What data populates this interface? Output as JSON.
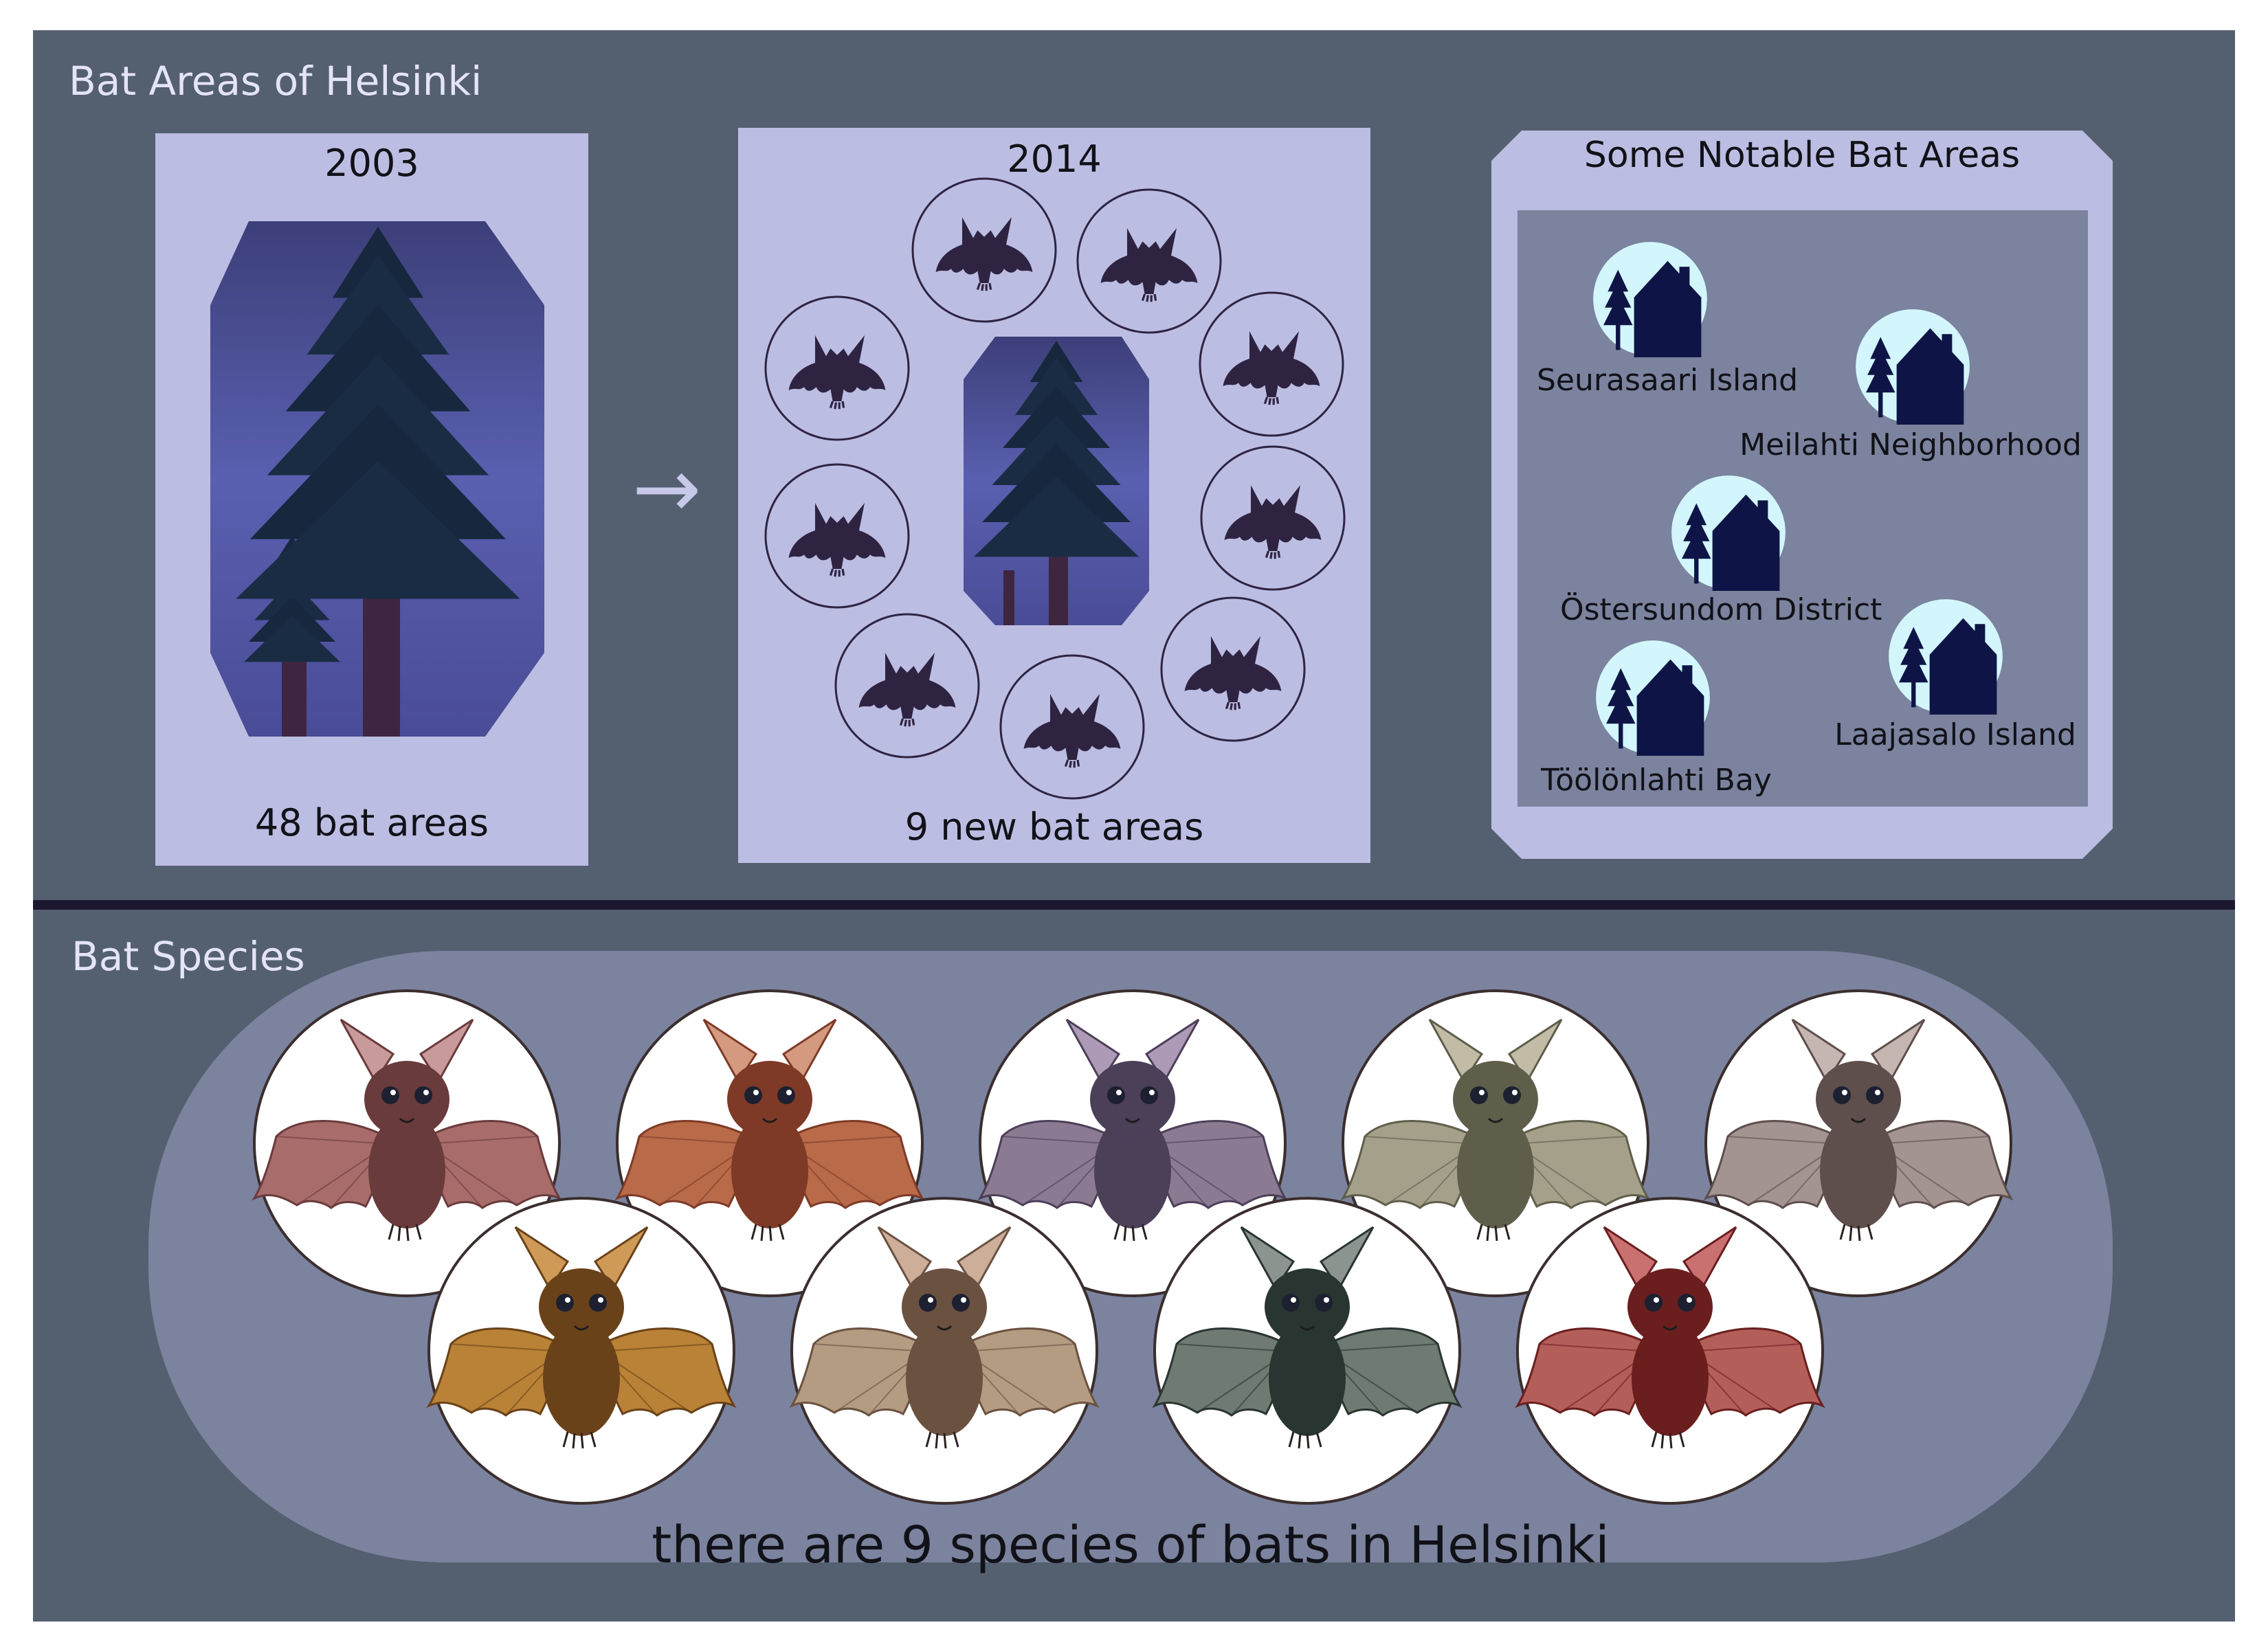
{
  "sections": {
    "areas_title": "Bat Areas of Helsinki",
    "species_title": "Bat Species"
  },
  "panel_2003": {
    "year": "2003",
    "caption": "48 bat areas"
  },
  "panel_2014": {
    "year": "2014",
    "caption": "9 new bat areas"
  },
  "arrow_glyph": "→",
  "notable": {
    "title": "Some Notable Bat Areas",
    "places": [
      "Seurasaari Island",
      "Meilahti Neighborhood",
      "Östersundom District",
      "Laajasalo Island",
      "Töölönlahti Bay"
    ]
  },
  "species": {
    "caption": "there are 9 species of bats in Helsinki",
    "bat_colors": [
      {
        "body": "#6a3b3c",
        "wing": "#a86c6a",
        "ear": "#c99a9c"
      },
      {
        "body": "#7e3a26",
        "wing": "#b86a49",
        "ear": "#d49a80"
      },
      {
        "body": "#4c3f58",
        "wing": "#8b7b92",
        "ear": "#ad9ab6"
      },
      {
        "body": "#5f5e4b",
        "wing": "#a4a08a",
        "ear": "#c2bba6"
      },
      {
        "body": "#5e4e4c",
        "wing": "#a39391",
        "ear": "#c6b6b2"
      },
      {
        "body": "#6a4219",
        "wing": "#b98236",
        "ear": "#cf9a58"
      },
      {
        "body": "#6b5140",
        "wing": "#b39c82",
        "ear": "#cdae98"
      },
      {
        "body": "#293530",
        "wing": "#6e7a72",
        "ear": "#8c9490"
      },
      {
        "body": "#6b1e1e",
        "wing": "#b45e5a",
        "ear": "#c97070"
      }
    ]
  },
  "colors": {
    "background": "#546070",
    "divider": "#1c1830",
    "panel": "#bcbde2",
    "pill": "#7b839e",
    "map_box": "#7b839e",
    "icon_circle": "#d2f6fc",
    "house": "#0e1546",
    "tree_dark": "#17203a",
    "bat_silhouette": "#2e2442"
  }
}
